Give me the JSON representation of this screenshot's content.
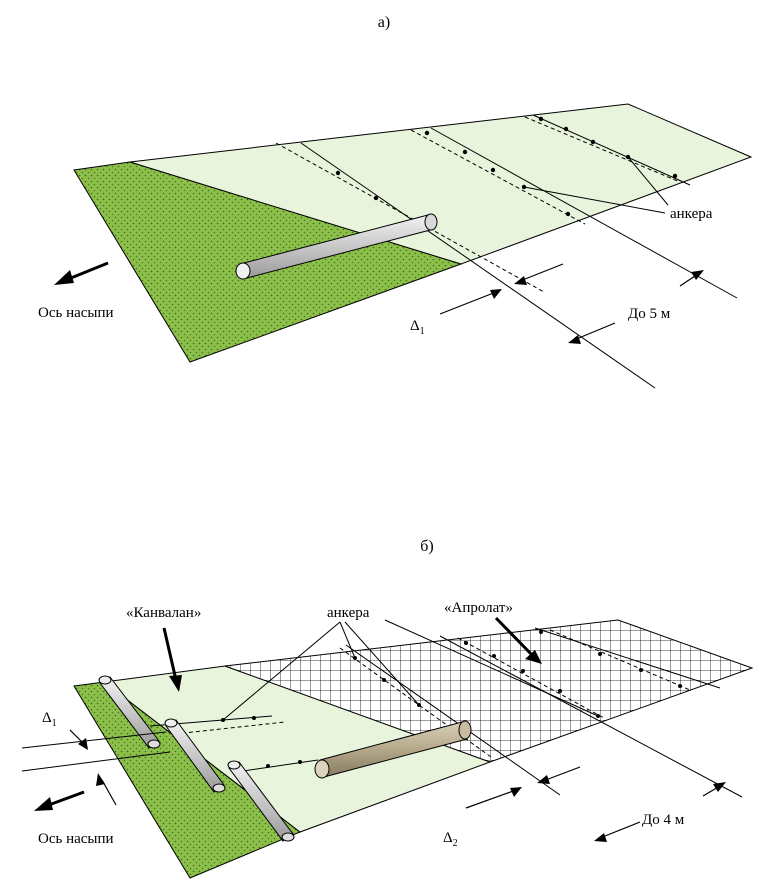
{
  "panel_a": {
    "title": "а)",
    "axis_label": "Ось насыпи",
    "anchors_label": "анкера",
    "distance_label": "До 5 м",
    "delta_symbol": "Δ",
    "delta_index": "1"
  },
  "panel_b": {
    "title": "б)",
    "axis_label": "Ось насыпи",
    "anchors_label": "анкера",
    "kanvalan_label": "«Канвалан»",
    "aprolat_label": "«Апролат»",
    "distance_label": "До 4 м",
    "delta_symbol": "Δ",
    "delta_left_index": "1",
    "delta_bottom_index": "2"
  },
  "colors": {
    "ground_green": "#8dbf4a",
    "ground_dots": "#2f6e1c",
    "sheet_pale": "#e9f4dc",
    "roll_gray": "#cfcfcf",
    "roll_brown": "#b5a88a",
    "line": "#000000"
  }
}
